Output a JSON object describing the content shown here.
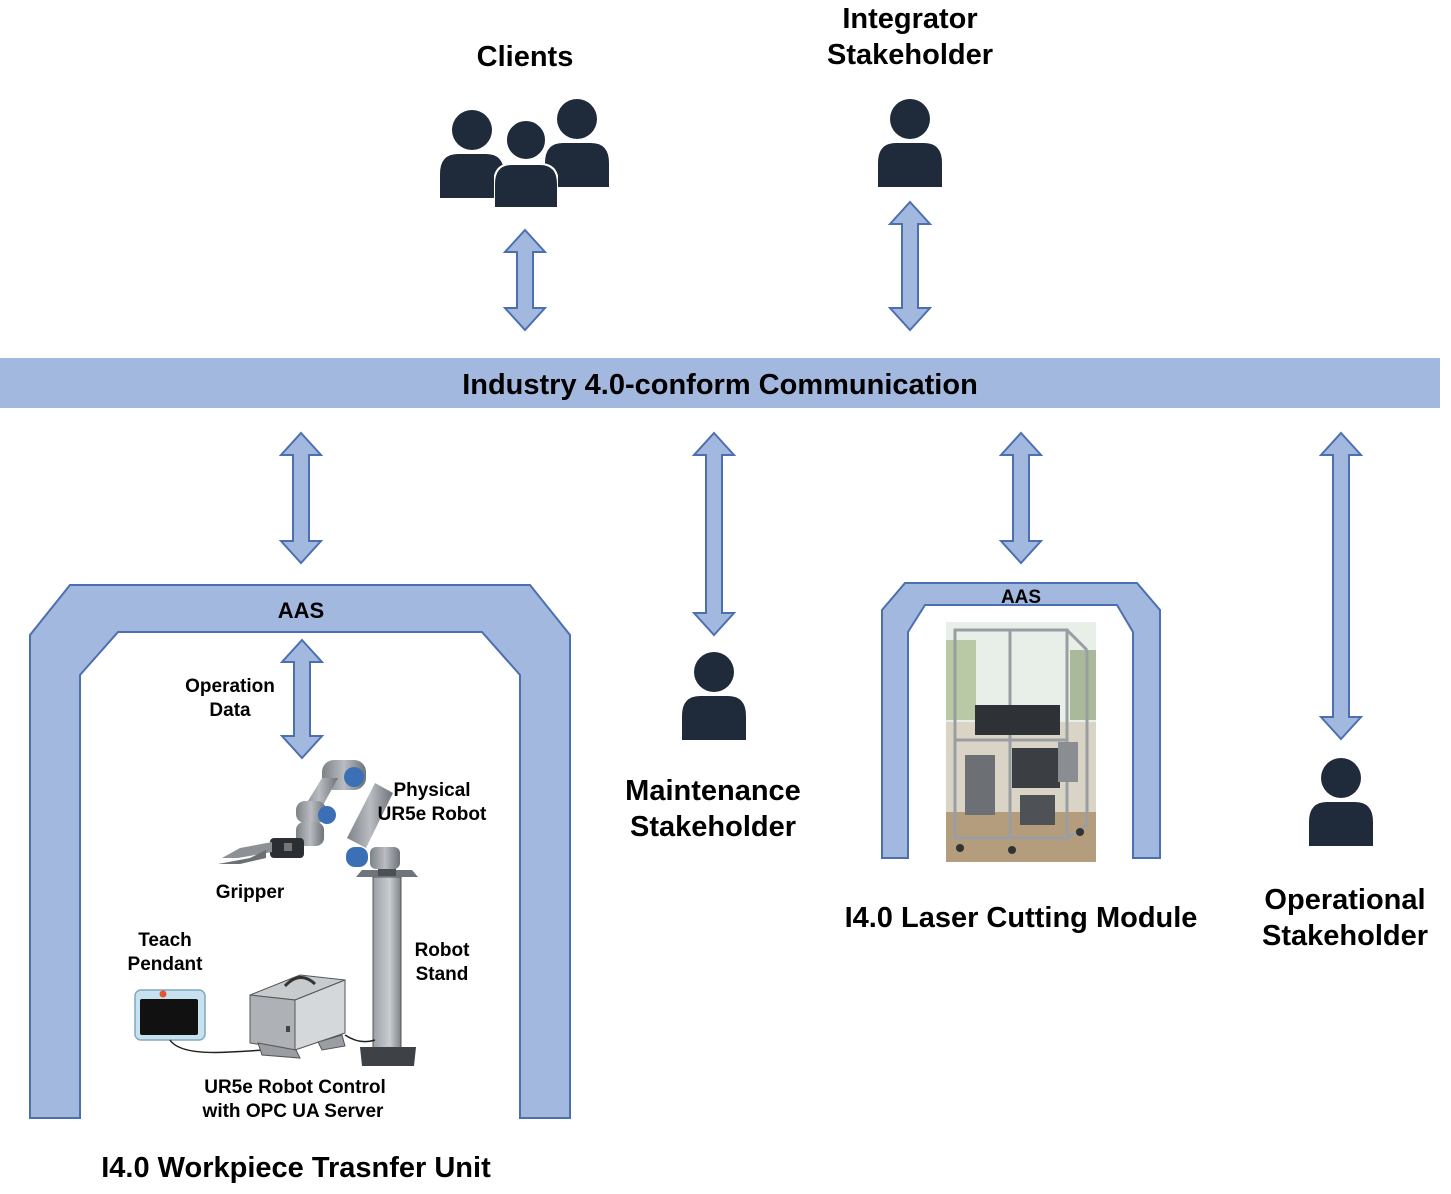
{
  "stakeholders": {
    "clients": "Clients",
    "integrator_line1": "Integrator",
    "integrator_line2": "Stakeholder",
    "maintenance_line1": "Maintenance",
    "maintenance_line2": "Stakeholder",
    "operational_line1": "Operational",
    "operational_line2": "Stakeholder"
  },
  "communication_bar": "Industry 4.0-conform Communication",
  "transfer_unit": {
    "aas_label": "AAS",
    "operation_data_line1": "Operation",
    "operation_data_line2": "Data",
    "robot_line1": "Physical",
    "robot_line2": "UR5e Robot",
    "gripper": "Gripper",
    "teach_line1": "Teach",
    "teach_line2": "Pendant",
    "stand_line1": "Robot",
    "stand_line2": "Stand",
    "control_line1": "UR5e Robot Control",
    "control_line2": "with OPC UA Server",
    "title": "I4.0 Workpiece Trasnfer Unit"
  },
  "laser_module": {
    "aas_label": "AAS",
    "title": "I4.0 Laser Cutting Module"
  },
  "colors": {
    "bar": "#a3b8df",
    "arrow_fill": "#a3b8df",
    "arrow_stroke": "#4c6fb0",
    "person": "#1f2a3a"
  }
}
